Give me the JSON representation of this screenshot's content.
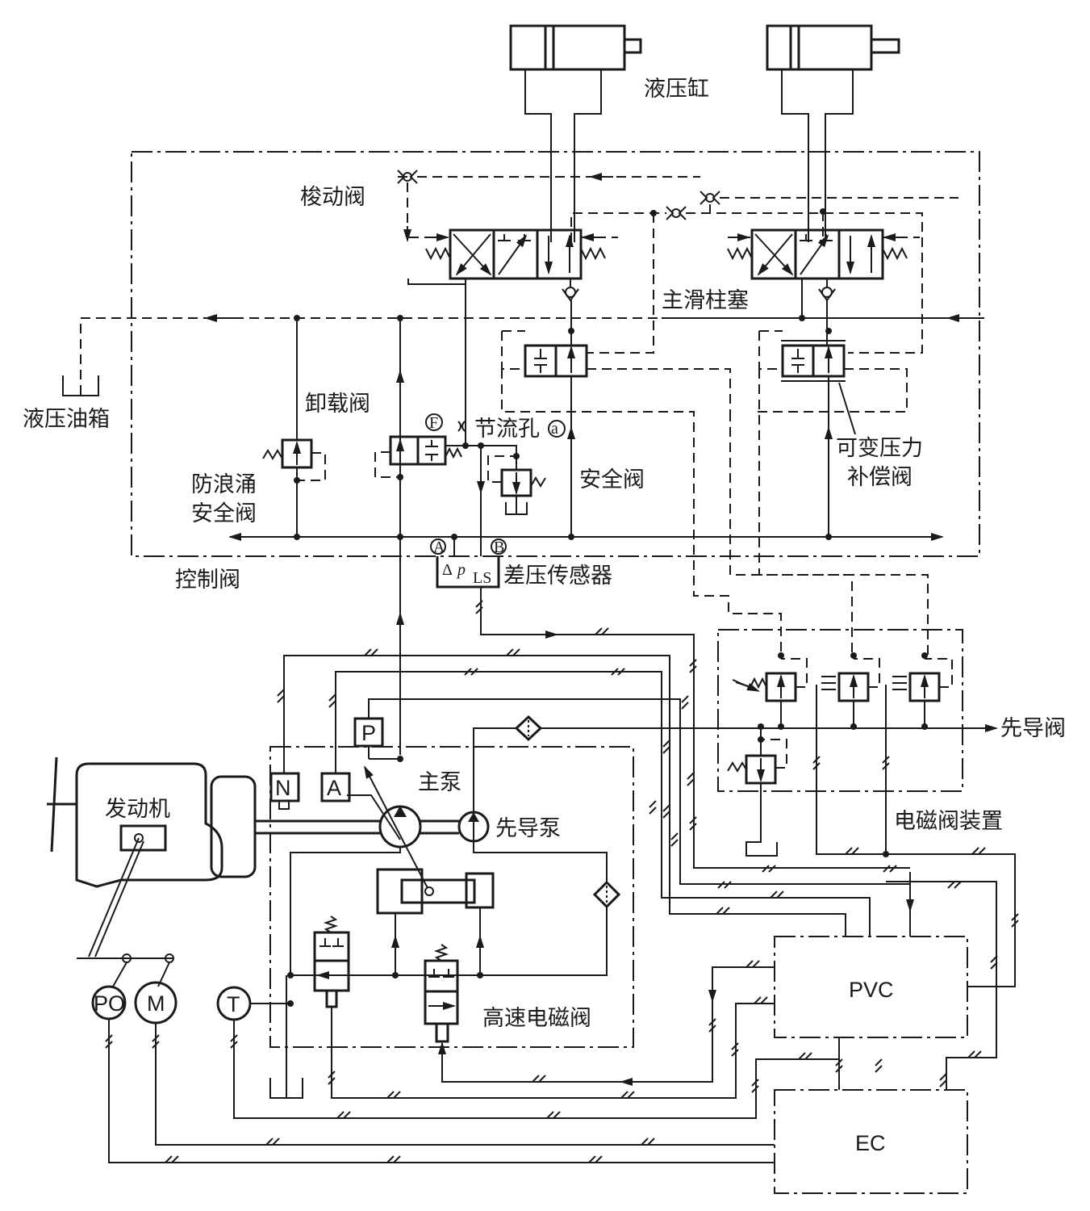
{
  "labels": {
    "cylinder": "液压缸",
    "shuttle_valve": "梭动阀",
    "main_spool": "主滑柱塞",
    "tank": "液压油箱",
    "unload_valve": "卸载阀",
    "orifice": "节流孔",
    "relief_valve": "安全阀",
    "surge_relief_line1": "防浪涌",
    "surge_relief_line2": "安全阀",
    "comp_valve_line1": "可变压力",
    "comp_valve_line2": "补偿阀",
    "control_valve": "控制阀",
    "dp_sensor": "差压传感器",
    "main_pump": "主泵",
    "pilot_pump": "先导泵",
    "engine": "发动机",
    "pilot_valve": "先导阀",
    "solenoid_unit": "电磁阀装置",
    "hs_solenoid": "高速电磁阀",
    "pvc": "PVC",
    "ec": "EC",
    "p_sensor": "P",
    "n_sensor": "N",
    "a_sensor": "A",
    "t_sensor": "T",
    "po_sensor": "PO",
    "m_sensor": "M",
    "port_f": "F",
    "port_a_small": "a",
    "port_A": "A",
    "port_B": "B",
    "dp_delta": "Δ",
    "dp_p": "p",
    "dp_sub": "LS"
  }
}
